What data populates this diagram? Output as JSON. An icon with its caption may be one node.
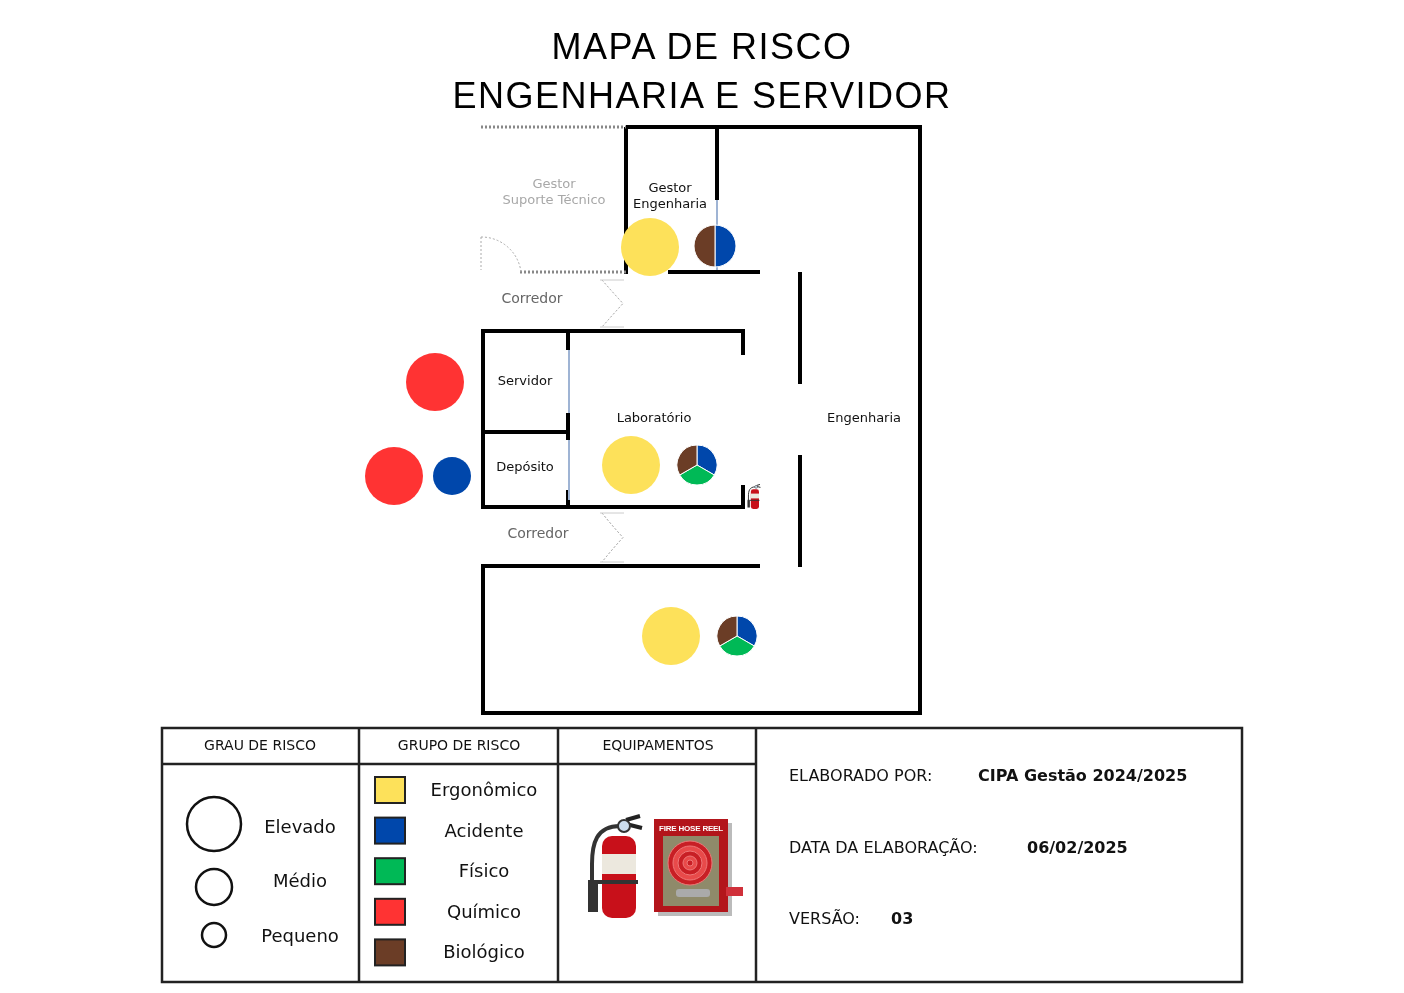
{
  "diagram": {
    "title": "MAPA DE RISCO ENGENHARIA E SERVIDOR",
    "labels": [
      "Gestor Suporte Técnico",
      "Gestor Engenharia",
      "Corredor",
      "Servidor",
      "Laboratório",
      "Depósito",
      "Corredor",
      "Engenharia",
      "GRAU DE RISCO",
      "GRUPO DE RISCO",
      "EQUIPAMENTOS",
      "FIRE HOSE REEL",
      "ELABORADO POR:",
      "CIPA Gestão 2024/2025",
      "DATA DA ELABORAÇÃO:",
      "06/02/2025",
      "VERSÃO:",
      "03"
    ],
    "legend": [
      {
        "text": "Elevado"
      },
      {
        "text": "Médio"
      },
      {
        "text": "Pequeno"
      },
      {
        "text": "Ergonômico",
        "color": "#fde15a"
      },
      {
        "text": "Acidente",
        "color": "#0047ab"
      },
      {
        "text": "Físico",
        "color": "#00b956"
      },
      {
        "text": "Químico",
        "color": "#ff3333"
      },
      {
        "text": "Biológico",
        "color": "#6b3d26"
      }
    ]
  }
}
